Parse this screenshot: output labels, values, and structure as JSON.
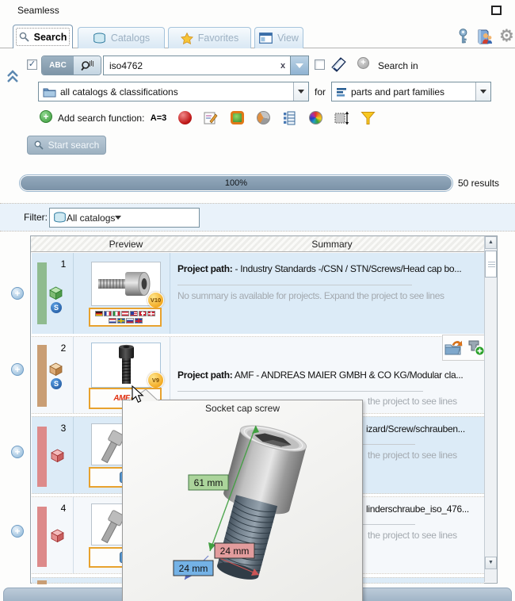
{
  "window": {
    "title": "Seamless"
  },
  "tabs": {
    "search": "Search",
    "catalogs": "Catalogs",
    "favorites": "Favorites",
    "view": "View"
  },
  "search": {
    "text_mode_label": "ABC",
    "term": "iso4762",
    "clear_label": "x",
    "search_in_label": "Search in",
    "scope_value": "all catalogs & classifications",
    "for_label": "for",
    "result_type_value": "parts and part families",
    "add_function_label": "Add search function:",
    "attribute_search_label": "A=3",
    "start_label": "Start search"
  },
  "progress": {
    "value": "100%",
    "results": "50 results"
  },
  "filter": {
    "label": "Filter:",
    "value": "All catalogs"
  },
  "results": {
    "columns": [
      "Preview",
      "Summary"
    ],
    "rows": [
      {
        "num": "1",
        "version": "V10",
        "path_label": "Project path:",
        "path": " - Industry Standards -/CSN / STN/Screws/Head cap bo...",
        "note": "No summary is available for projects. Expand the project to see lines"
      },
      {
        "num": "2",
        "version": "V9",
        "brand": "AMF",
        "path_label": "Project path:",
        "path": " AMF - ANDREAS MAIER GMBH & CO KG/Modular cla...",
        "note_fragment": "the project to see lines"
      },
      {
        "num": "3",
        "path_fragment": "izard/Screw/schrauben...",
        "note_fragment": "the project to see lines"
      },
      {
        "num": "4",
        "path_fragment": "linderschraube_iso_476...",
        "note_fragment": "the project to see lines"
      }
    ]
  },
  "popup": {
    "title": "Socket cap screw",
    "dim_length": "61 mm",
    "dim_width": "24 mm",
    "dim_depth": "24 mm"
  },
  "colors": {
    "row_indicator_green": "#8fbb8f",
    "row_indicator_tan": "#c99e74",
    "row_indicator_red": "#dd8a8a",
    "version_badge": "#f2a71d",
    "highlight_box_border": "#e8a22e",
    "dim_length_bg": "#abd49b",
    "dim_width_bg": "#e29c9d",
    "dim_depth_bg": "#74b2e6",
    "progress_fill": "#8096ab"
  }
}
